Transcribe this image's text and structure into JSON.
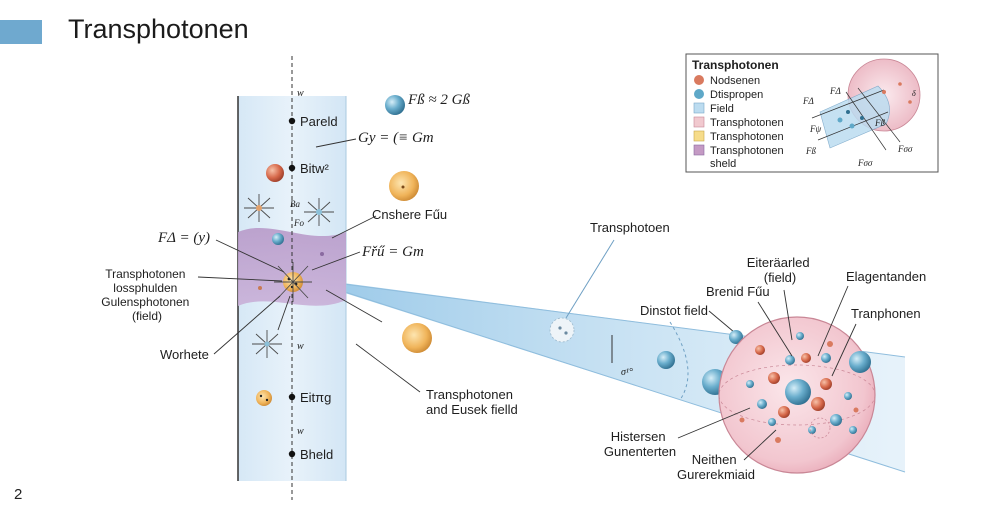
{
  "title": "Transphotonen",
  "page_number": "2",
  "strip": {
    "w_marks": [
      "w",
      "w",
      "w"
    ],
    "dots": [
      "Pareld",
      "Bitw²",
      "Eitπg",
      "Bheld"
    ],
    "ba": "Ba",
    "fo": "Fo"
  },
  "equations": {
    "fg": "Fß ≈ 2 Gß",
    "gy": "Gy = (≡ Gm",
    "fd": "FΔ = (y)",
    "fr": "Fřű = Gm",
    "onshere": "Cnshere Fűu"
  },
  "left_labels": {
    "transphotonen_block": [
      "Transphotonen",
      "lossphulden",
      "Gulensphotonen",
      "(field)"
    ],
    "worhete": "Worhete"
  },
  "center_labels": {
    "transphotoen": "Transphotoen",
    "and_field": [
      "Transphotonen",
      "and Eusek fielld"
    ],
    "dinstot": "Dinstot field",
    "small_math": "σ¹°"
  },
  "sphere_labels": {
    "eiterarled": [
      "Eiteräarled",
      "(field)"
    ],
    "brenid": "Brenid Fűu",
    "elagentanden": "Elagentanden",
    "tranphonen": "Tranphonen",
    "histersen": [
      "Histersen",
      "Gunenterten"
    ],
    "neithen": [
      "Neithen",
      "Gurerekmiaid"
    ]
  },
  "legend": {
    "title": "Transphotonen",
    "items": [
      {
        "label": "Nodsenen",
        "shape": "circle",
        "color": "#d97a5f"
      },
      {
        "label": "Dtispropen",
        "shape": "circle",
        "color": "#5ea8c8"
      },
      {
        "label": "Field",
        "shape": "square",
        "color": "#bcdcf0"
      },
      {
        "label": "Transphotonen",
        "shape": "square",
        "color": "#f1c9cf"
      },
      {
        "label": "Transphotonen",
        "shape": "square",
        "color": "#f6dc8a"
      },
      {
        "label": "Transphotonen",
        "shape": "square",
        "color": "#c49ac4"
      }
    ],
    "item6_line2": "sheld",
    "mini_labels": [
      "FΔ",
      "FΔ",
      "Fψ",
      "Fß",
      "Fß",
      "Fσσ",
      "Fσσ",
      "δ"
    ]
  }
}
